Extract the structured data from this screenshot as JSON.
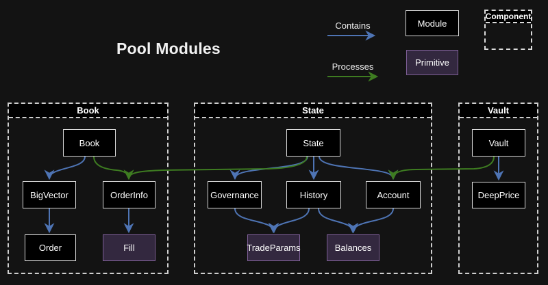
{
  "title": "Pool Modules",
  "legend": {
    "contains_label": "Contains",
    "processes_label": "Processes",
    "module_label": "Module",
    "primitive_label": "Primitive",
    "component_label": "Component"
  },
  "colors": {
    "background": "#131313",
    "module_fill": "#000000",
    "module_border": "#dcdcdc",
    "primitive_fill": "#33283f",
    "primitive_border": "#7e5f97",
    "contains_edge": "#4e74b4",
    "processes_edge": "#3e7c21",
    "cluster_border": "#cfcfcf",
    "text": "#ffffff"
  },
  "containers": [
    {
      "id": "book",
      "label": "Book"
    },
    {
      "id": "state",
      "label": "State"
    },
    {
      "id": "vault",
      "label": "Vault"
    }
  ],
  "nodes": {
    "book": {
      "label": "Book",
      "type": "module",
      "container": "Book"
    },
    "bigvector": {
      "label": "BigVector",
      "type": "module",
      "container": "Book"
    },
    "orderinfo": {
      "label": "OrderInfo",
      "type": "module",
      "container": "Book"
    },
    "order": {
      "label": "Order",
      "type": "module",
      "container": "Book"
    },
    "fill": {
      "label": "Fill",
      "type": "primitive",
      "container": "Book"
    },
    "state": {
      "label": "State",
      "type": "module",
      "container": "State"
    },
    "governance": {
      "label": "Governance",
      "type": "module",
      "container": "State"
    },
    "history": {
      "label": "History",
      "type": "module",
      "container": "State"
    },
    "account": {
      "label": "Account",
      "type": "module",
      "container": "State"
    },
    "tradeparams": {
      "label": "TradeParams",
      "type": "primitive",
      "container": "State"
    },
    "balances": {
      "label": "Balances",
      "type": "primitive",
      "container": "State"
    },
    "vault": {
      "label": "Vault",
      "type": "module",
      "container": "Vault"
    },
    "deepprice": {
      "label": "DeepPrice",
      "type": "module",
      "container": "Vault"
    }
  },
  "edges": [
    {
      "from": "Book",
      "to": "BigVector",
      "relation": "contains"
    },
    {
      "from": "BigVector",
      "to": "Order",
      "relation": "contains"
    },
    {
      "from": "OrderInfo",
      "to": "Fill",
      "relation": "contains"
    },
    {
      "from": "State",
      "to": "Governance",
      "relation": "contains"
    },
    {
      "from": "State",
      "to": "History",
      "relation": "contains"
    },
    {
      "from": "State",
      "to": "Account",
      "relation": "contains"
    },
    {
      "from": "Governance",
      "to": "TradeParams",
      "relation": "contains"
    },
    {
      "from": "History",
      "to": "TradeParams",
      "relation": "contains"
    },
    {
      "from": "History",
      "to": "Balances",
      "relation": "contains"
    },
    {
      "from": "Account",
      "to": "Balances",
      "relation": "contains"
    },
    {
      "from": "Vault",
      "to": "DeepPrice",
      "relation": "contains"
    },
    {
      "from": "Book",
      "to": "OrderInfo",
      "relation": "processes"
    },
    {
      "from": "State",
      "to": "OrderInfo",
      "relation": "processes"
    },
    {
      "from": "Vault",
      "to": "Account",
      "relation": "processes"
    }
  ]
}
